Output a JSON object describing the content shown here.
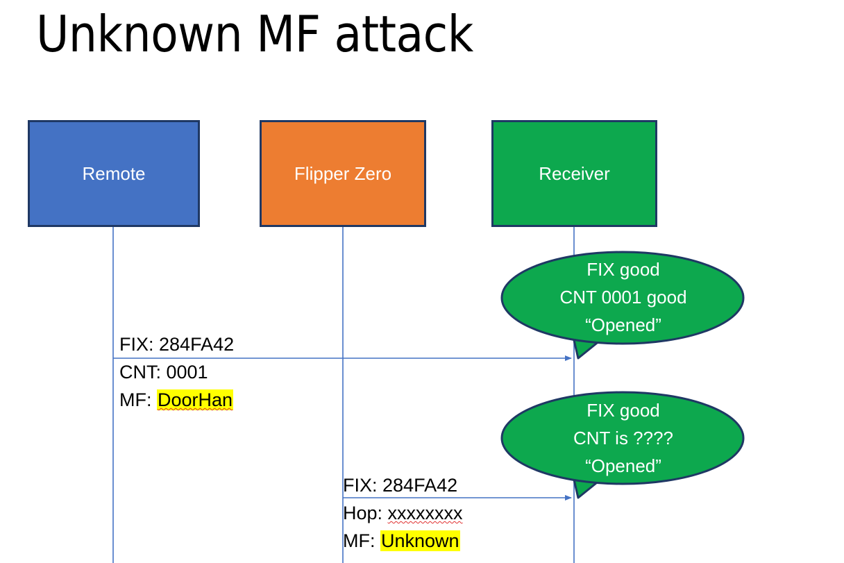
{
  "slide": {
    "title": "Unknown MF attack",
    "background_color": "#FFFFFF"
  },
  "colors": {
    "remote_fill": "#4472C4",
    "flipper_fill": "#ED7D31",
    "receiver_fill": "#0DA84E",
    "box_border": "#1F3864",
    "lifeline": "#4472C4",
    "arrow": "#4472C4",
    "highlight": "#FFFF00",
    "spellcheck_underline": "#E03030",
    "text_dark": "#000000",
    "text_light": "#FFFFFF"
  },
  "actors": [
    {
      "id": "remote",
      "label": "Remote"
    },
    {
      "id": "flipper",
      "label": "Flipper Zero"
    },
    {
      "id": "receiver",
      "label": "Receiver"
    }
  ],
  "messages": [
    {
      "id": "remote-to-receiver",
      "from": "remote",
      "to": "receiver",
      "lines": [
        {
          "label": "FIX: ",
          "value": "284FA42",
          "highlighted": false,
          "spellcheck": false
        },
        {
          "label": "CNT: ",
          "value": "0001",
          "highlighted": false,
          "spellcheck": false
        },
        {
          "label": "MF: ",
          "value": "DoorHan",
          "highlighted": true,
          "spellcheck": true
        }
      ]
    },
    {
      "id": "flipper-to-receiver",
      "from": "flipper",
      "to": "receiver",
      "lines": [
        {
          "label": "FIX: ",
          "value": "284FA42",
          "highlighted": false,
          "spellcheck": false
        },
        {
          "label": "Hop: ",
          "value": "xxxxxxxx",
          "highlighted": false,
          "spellcheck": true
        },
        {
          "label": "MF: ",
          "value": "Unknown",
          "highlighted": true,
          "spellcheck": false
        }
      ]
    }
  ],
  "callouts": [
    {
      "id": "callout-1",
      "lines": [
        "FIX good",
        "CNT 0001 good",
        "“Opened”"
      ]
    },
    {
      "id": "callout-2",
      "lines": [
        "FIX good",
        "CNT is ????",
        "“Opened”"
      ]
    }
  ]
}
